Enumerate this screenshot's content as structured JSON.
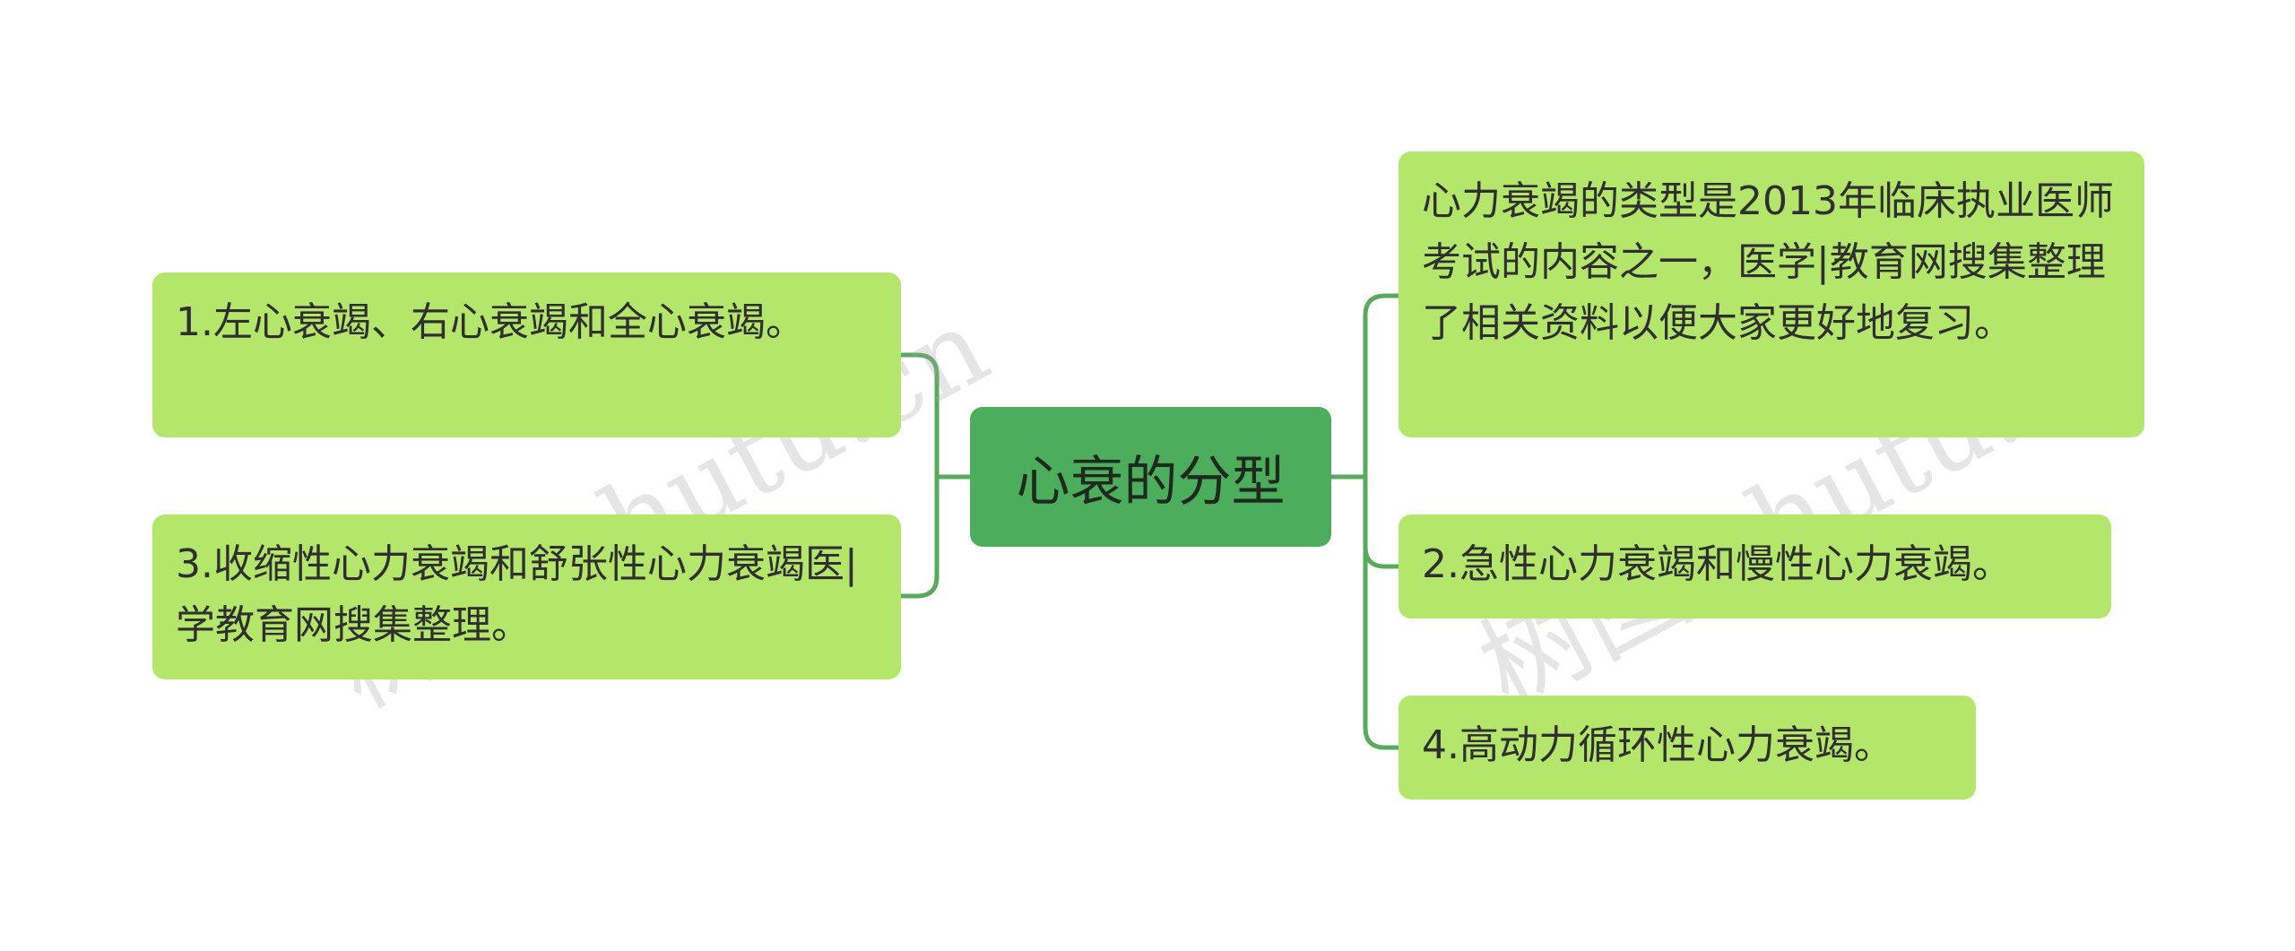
{
  "center": {
    "label": "心衰的分型"
  },
  "left_nodes": [
    {
      "text": "1.左心衰竭、右心衰竭和全心衰竭。"
    },
    {
      "text": "3.收缩性心力衰竭和舒张性心力衰竭医|学教育网搜集整理。"
    }
  ],
  "right_nodes": [
    {
      "text": "心力衰竭的类型是2013年临床执业医师考试的内容之一，医学|教育网搜集整理了相关资料以便大家更好地复习。"
    },
    {
      "text": "2.急性心力衰竭和慢性心力衰竭。"
    },
    {
      "text": "4.高动力循环性心力衰竭。"
    }
  ],
  "watermark": {
    "text": "树图 shutu.cn"
  },
  "colors": {
    "node": "#b3e66a",
    "center": "#4cae5c",
    "line": "#5aaa5e"
  }
}
